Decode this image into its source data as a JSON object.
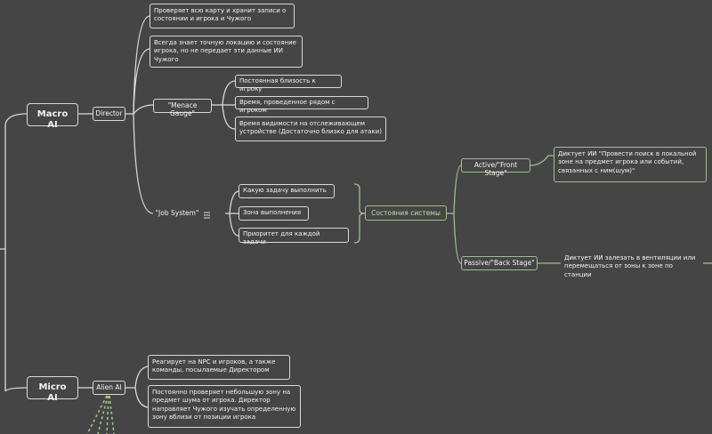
{
  "nodes": {
    "macro_ai": "Macro AI",
    "micro_ai": "Micro AI",
    "director": "Director",
    "alien_ai": "Alien AI",
    "director_note1": "Проверяет всю карту и хранит записи о состоянии и игрока и Чужого",
    "director_note2": "Всегда знает точную локацию и состояние игрока, но не передает эти данные ИИ Чужого",
    "menace_gauge": "\"Menace Gauge\"",
    "menace_1": "Постоянная близость к игроку",
    "menace_2": "Время, проведенное рядом с игроком",
    "menace_3": "Время видимости на отслеживающем устройстве (Достаточно близко для атаки)",
    "job_system": "\"Job System\"",
    "job_1": "Какую задачу выполнить",
    "job_2": "Зона выполнения",
    "job_3": "Приоритет для каждой задачи",
    "system_states": "Состояния системы",
    "active": "Active/\"Front Stage\"",
    "active_desc": "Диктует ИИ \"Провести поиск в локальной зоне на предмет игрока или событий, связанных с ним(шум)\"",
    "passive": "Passive/\"Back Stage\"",
    "passive_desc": "Диктует ИИ залезать в вентиляции или перемещаться от зоны к зоне по станции",
    "alien_note1": "Реагирует на NPC и игроков, а также команды, посылаемые Директором",
    "alien_note2": "Постоянно проверяет небольшую зону на предмет шума от игрока. Директор направляет Чужого изучать определенную зону вблизи от позиции игрока"
  },
  "colors": {
    "background": "#454545",
    "line": "#d9d9d9",
    "accent_green": "#9fbf8f"
  }
}
